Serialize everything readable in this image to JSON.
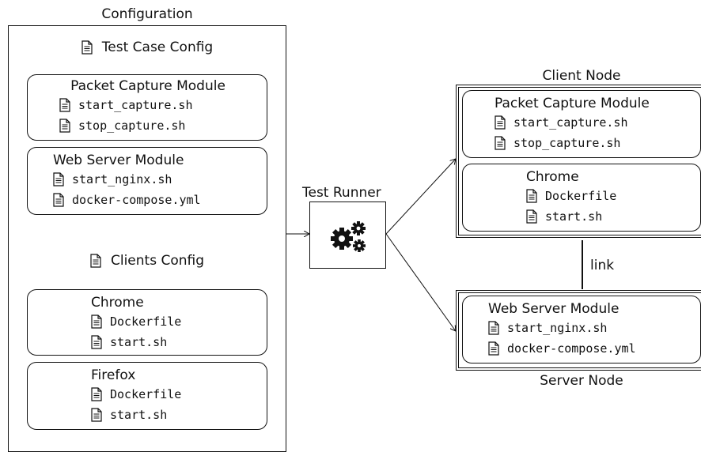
{
  "configuration": {
    "title": "Configuration",
    "test_case_config": "Test Case Config",
    "clients_config": "Clients Config",
    "packet_capture": {
      "title": "Packet Capture Module",
      "files": [
        "start_capture.sh",
        "stop_capture.sh"
      ]
    },
    "web_server": {
      "title": "Web Server Module",
      "files": [
        "start_nginx.sh",
        "docker-compose.yml"
      ]
    },
    "chrome": {
      "title": "Chrome",
      "files": [
        "Dockerfile",
        "start.sh"
      ]
    },
    "firefox": {
      "title": "Firefox",
      "files": [
        "Dockerfile",
        "start.sh"
      ]
    }
  },
  "test_runner": {
    "title": "Test Runner",
    "icon": "gears-icon"
  },
  "client_node": {
    "title": "Client Node",
    "packet_capture": {
      "title": "Packet Capture Module",
      "files": [
        "start_capture.sh",
        "stop_capture.sh"
      ]
    },
    "chrome": {
      "title": "Chrome",
      "files": [
        "Dockerfile",
        "start.sh"
      ]
    }
  },
  "link_label": "link",
  "server_node": {
    "title": "Server Node",
    "web_server": {
      "title": "Web Server Module",
      "files": [
        "start_nginx.sh",
        "docker-compose.yml"
      ]
    }
  }
}
